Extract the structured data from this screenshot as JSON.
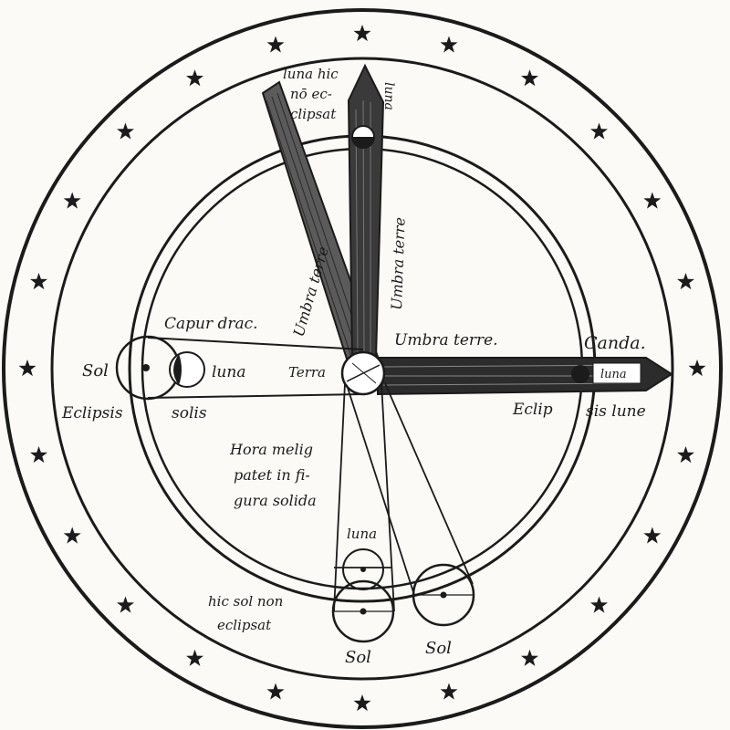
{
  "colors": {
    "ink": "#1b1b1b",
    "paper": "#fbfaf6",
    "shadow_dark": "#3a3a3a",
    "shadow_mid": "#6e6e6e"
  },
  "star_count": 24,
  "labels": {
    "luna_hic_line1": "luna hic",
    "luna_hic_line2": "nō ec-",
    "luna_hic_line3": "clipsat",
    "luna_vertical": "luna",
    "umbra_terre_left": "Umbra terre",
    "umbra_terre_right": "Umbra terre",
    "umbra_terre_horizontal": "Umbra terre.",
    "caput_draconis": "Capur drac.",
    "sol_left": "Sol",
    "luna_left": "luna",
    "terra": "Terra",
    "cauda": "Canda.",
    "luna_right": "luna",
    "eclipsis_left": "Eclipsis",
    "solis": "solis",
    "eclip_right": "Eclip",
    "sis_lune": "sis lune",
    "note_line1": "Hora melig",
    "note_line2": "patet in fi-",
    "note_line3": "gura solida",
    "luna_bottom": "luna",
    "hic_sol_line1": "hic sol non",
    "hic_sol_line2": "eclipsat",
    "sol_bottom_left": "Sol",
    "sol_bottom_right": "Sol"
  }
}
